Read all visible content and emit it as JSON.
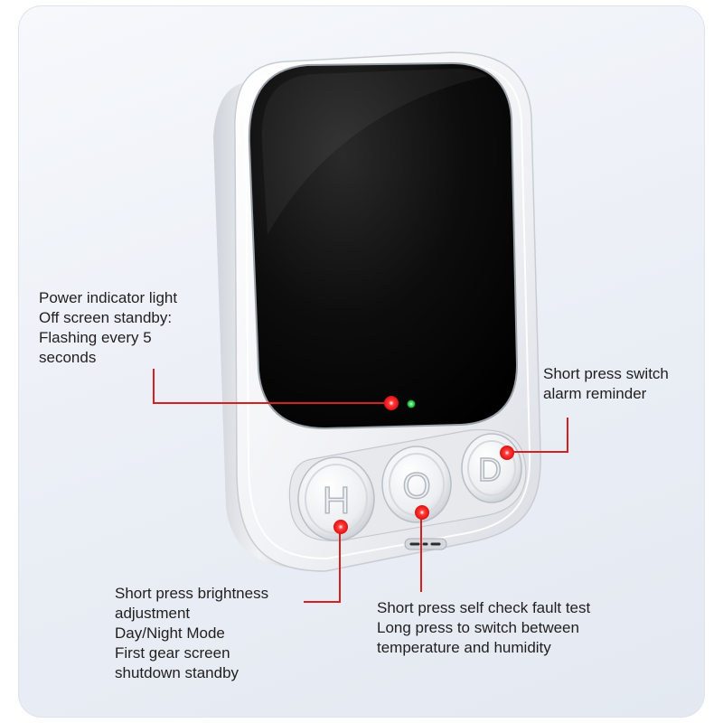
{
  "annotations": {
    "power_indicator": [
      "Power indicator light",
      "Off screen standby:",
      "Flashing every 5",
      "seconds"
    ],
    "alarm_button": [
      "Short press switch",
      "alarm reminder"
    ],
    "brightness_button": [
      "Short press brightness",
      "adjustment",
      "Day/Night Mode",
      "First gear screen",
      "shutdown standby"
    ],
    "self_check_button": [
      "Short press self check fault test",
      "Long press to switch between",
      "temperature and humidity"
    ]
  },
  "buttons": {
    "left": "H",
    "center": "O",
    "right": "D"
  },
  "colors": {
    "callout_line": "#d42020",
    "marker": "#ff2a2a",
    "indicator_led": "#39e05a",
    "screen": "#0b0b0b",
    "device_body": "#f3f4f6"
  }
}
